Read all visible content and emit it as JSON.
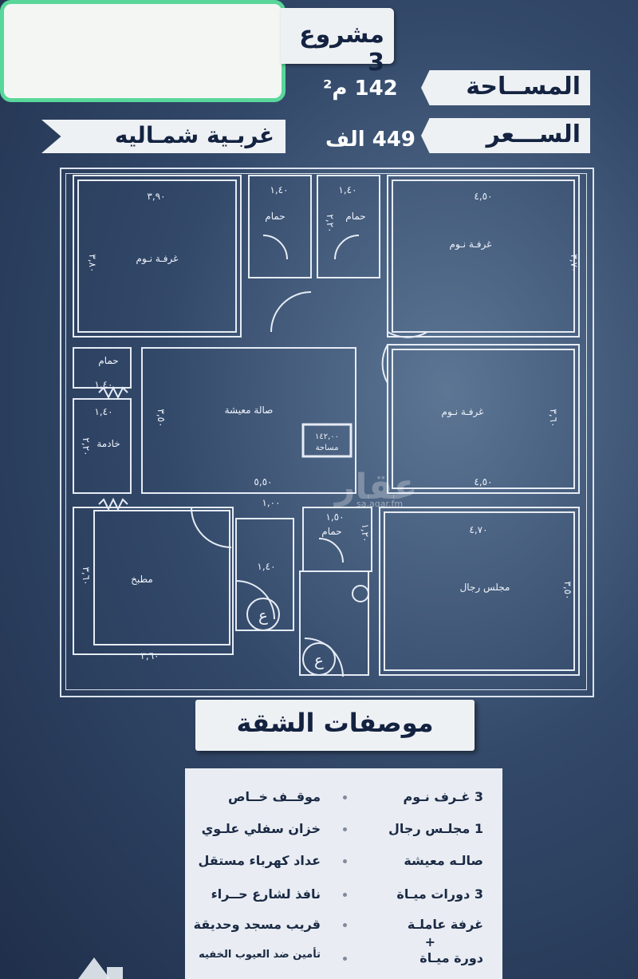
{
  "header": {
    "project_title": "مشروع 3",
    "area_label": "المســاحة",
    "area_value": "142 م²",
    "price_label": "الســـعر",
    "price_value": "449 الف",
    "direction_value": "غربـية شمـاليه"
  },
  "plan": {
    "rooms": {
      "bedroom1_name": "غرفـة نـوم",
      "bedroom1_width": "٣,٩٠",
      "bedroom1_height": "٣,٨٠",
      "bath1_name": "حمام",
      "bath1_width": "١,٤٠",
      "bath2_name": "حمام",
      "bath2_width": "١,٤٠",
      "bath2_height": "٢,٢٠",
      "bedroom2_name": "غرفـة نـوم",
      "bedroom2_width": "٤,٥٠",
      "bedroom2_height": "٣,٧٠",
      "bath3_name": "حمام",
      "bath3_width": "١,٤٠",
      "maid_width": "١,٤٠",
      "maid_name": "خادمة",
      "maid_height": "٢,٢٠",
      "living_name": "صالة معيشة",
      "living_height": "٣,٥٠",
      "living_width": "٥,٥٠",
      "area_stamp_value": "١٤٢,٠٠",
      "area_stamp_label": "مساحة",
      "bedroom3_name": "غرفـة نـوم",
      "bedroom3_width": "٤,٥٠",
      "bedroom3_height": "٣,٦٠",
      "corridor_width": "١,٠٠",
      "bath4_width": "١,٥٠",
      "bath4_name": "حمام",
      "bath4_height": "١,٢٠",
      "entry_width": "١,٤٠",
      "kitchen_name": "مطبخ",
      "kitchen_height": "٣,٦٠",
      "kitchen_width": "٣,٦٠",
      "majlis_name": "مجلس رجال",
      "majlis_width": "٤,٧٠",
      "majlis_height": "٣,٥٠",
      "elevator_glyph": "ع"
    }
  },
  "watermark": {
    "brand": "عقار",
    "url": "sa.aqar.fm"
  },
  "specs": {
    "title": "موصفات الشقة",
    "right_column": [
      "3 غـرف نـوم",
      "1 مجلـس رجال",
      "صالـه معيشة",
      "3 دورات ميـاة",
      "غرفة عاملـة",
      "+",
      "دورة ميـاة"
    ],
    "left_column": [
      "موقــف خــاص",
      "خزان سفلي علـوي",
      "عداد كهرباء مستقل",
      "نافذ لشارع حــراء",
      "قريب مسجد وحديقة",
      "تأمين ضد العيوب الخفيه"
    ]
  }
}
